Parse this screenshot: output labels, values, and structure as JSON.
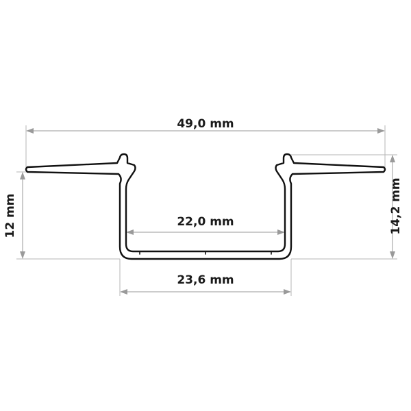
{
  "dimensions": {
    "overall_width": "49,0 mm",
    "inner_width": "22,0 mm",
    "outer_bottom_width": "23,6 mm",
    "channel_depth": "12 mm",
    "total_height": "14,2 mm"
  },
  "colors": {
    "profile_stroke": "#111111",
    "dimension_line": "#9a9a9a",
    "extension_line": "#b4b4b4",
    "text": "#1a1a1a",
    "background": "#ffffff"
  }
}
